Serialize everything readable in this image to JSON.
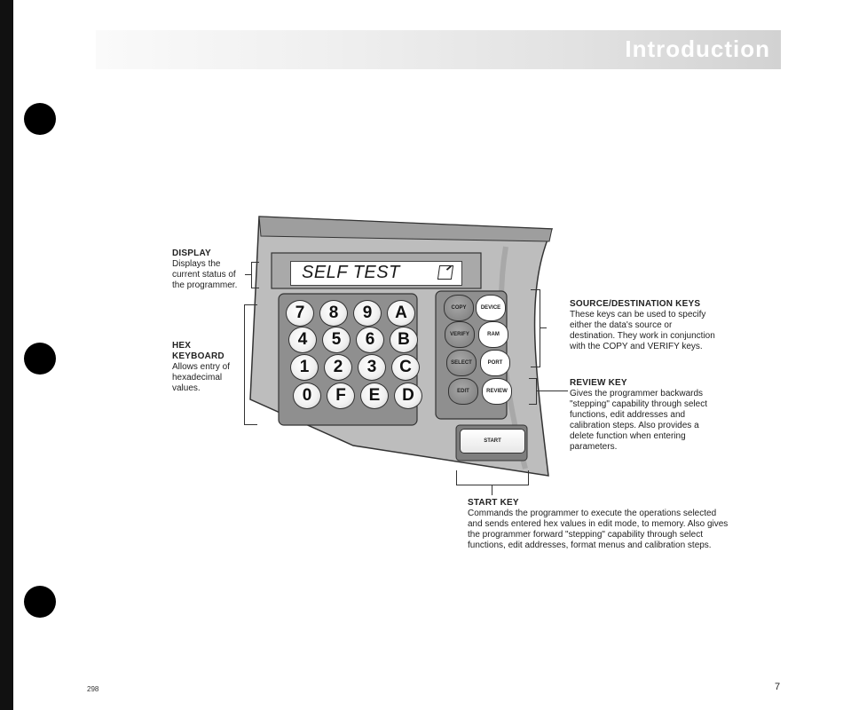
{
  "header": {
    "title": "Introduction"
  },
  "display": {
    "screen_text": "SELF TEST",
    "callout": {
      "title": "DISPLAY",
      "body": "Displays the current status of the programmer."
    }
  },
  "hex_keyboard": {
    "keys": [
      "7",
      "8",
      "9",
      "A",
      "4",
      "5",
      "6",
      "B",
      "1",
      "2",
      "3",
      "C",
      "0",
      "F",
      "E",
      "D"
    ],
    "callout": {
      "title": "HEX KEYBOARD",
      "body": "Allows entry of hexadecimal values."
    }
  },
  "function_keys": {
    "labels": [
      "COPY",
      "DEVICE",
      "VERIFY",
      "RAM",
      "SELECT",
      "PORT",
      "EDIT",
      "REVIEW"
    ],
    "start_label": "START"
  },
  "source_destination": {
    "title": "SOURCE/DESTINATION KEYS",
    "body": "These keys can be used to specify either the data's source or destination. They work in conjunction with the COPY and VERIFY keys."
  },
  "review_key": {
    "title": "REVIEW KEY",
    "body": "Gives the programmer backwards \"stepping\" capability through select functions, edit addresses and calibration steps. Also provides a delete function when entering parameters."
  },
  "start_key": {
    "title": "START KEY",
    "body": "Commands the programmer to execute the operations selected and sends entered hex values in edit mode, to memory. Also gives the programmer forward \"stepping\" capability through select functions, edit addresses, format menus and calibration steps."
  },
  "footer": {
    "page_code": "298",
    "page_number": "7"
  }
}
